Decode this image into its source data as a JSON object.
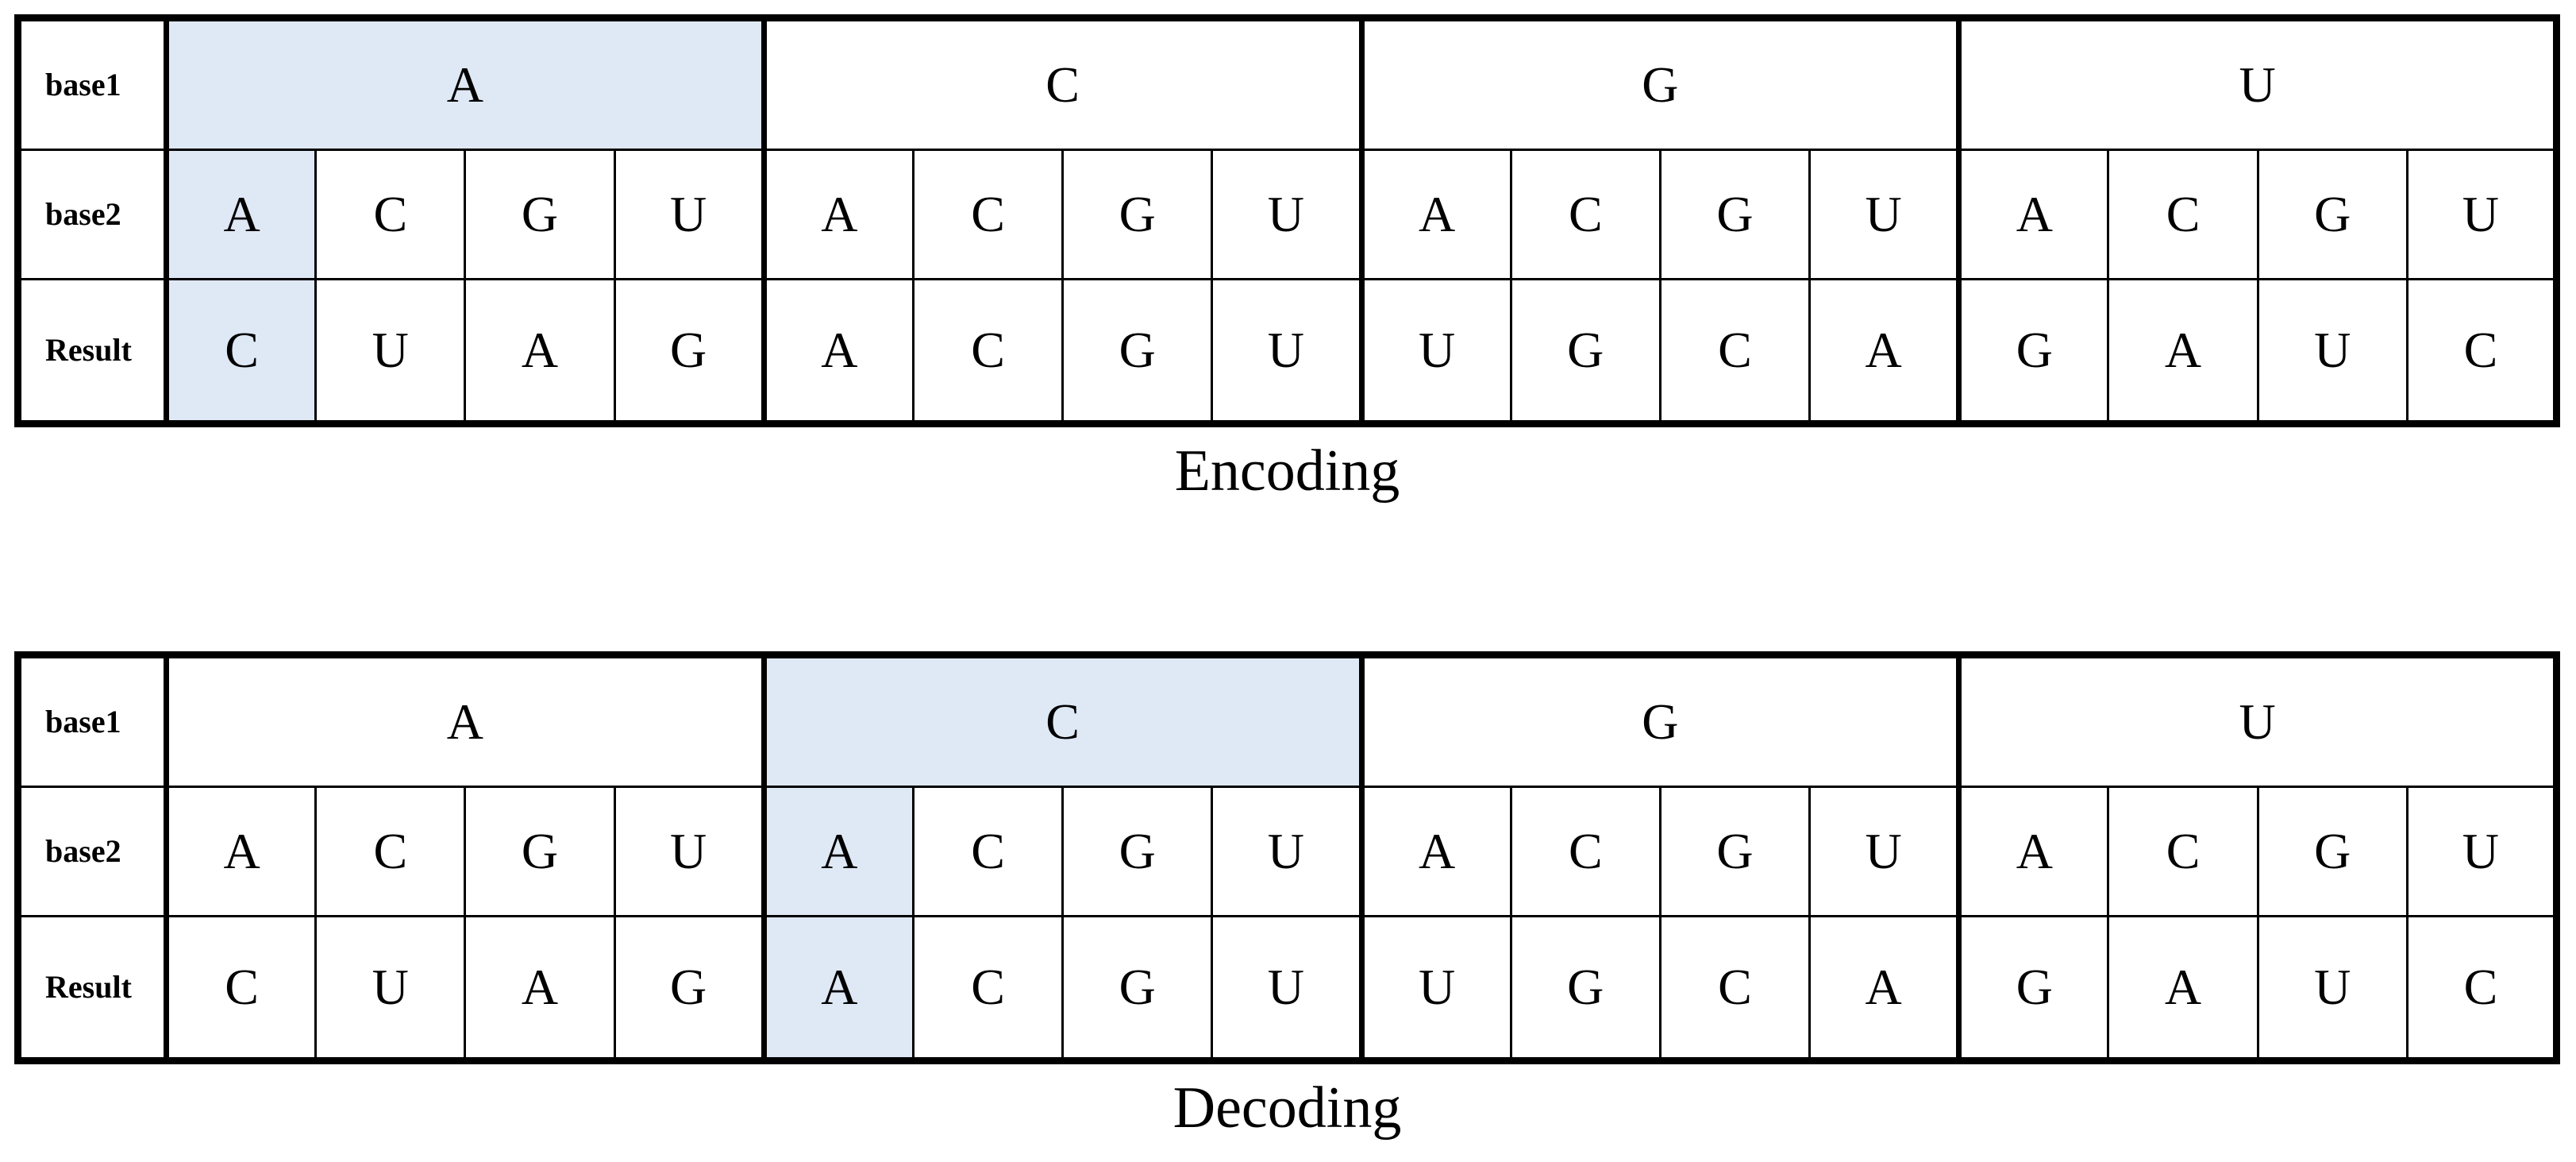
{
  "encoding": {
    "caption": "Encoding",
    "row_labels": {
      "base1": "base1",
      "base2": "base2",
      "result": "Result"
    },
    "base1": [
      "A",
      "C",
      "G",
      "U"
    ],
    "base2": [
      "A",
      "C",
      "G",
      "U",
      "A",
      "C",
      "G",
      "U",
      "A",
      "C",
      "G",
      "U",
      "A",
      "C",
      "G",
      "U"
    ],
    "result": [
      "C",
      "U",
      "A",
      "G",
      "A",
      "C",
      "G",
      "U",
      "U",
      "G",
      "C",
      "A",
      "G",
      "A",
      "U",
      "C"
    ],
    "highlight_base1_index": 0,
    "highlight_column_index": 0
  },
  "decoding": {
    "caption": "Decoding",
    "row_labels": {
      "base1": "base1",
      "base2": "base2",
      "result": "Result"
    },
    "base1": [
      "A",
      "C",
      "G",
      "U"
    ],
    "base2": [
      "A",
      "C",
      "G",
      "U",
      "A",
      "C",
      "G",
      "U",
      "A",
      "C",
      "G",
      "U",
      "A",
      "C",
      "G",
      "U"
    ],
    "result": [
      "C",
      "U",
      "A",
      "G",
      "A",
      "C",
      "G",
      "U",
      "U",
      "G",
      "C",
      "A",
      "G",
      "A",
      "U",
      "C"
    ],
    "highlight_base1_index": 1,
    "highlight_column_index": 4
  },
  "highlight_color": "#dfe8f5"
}
